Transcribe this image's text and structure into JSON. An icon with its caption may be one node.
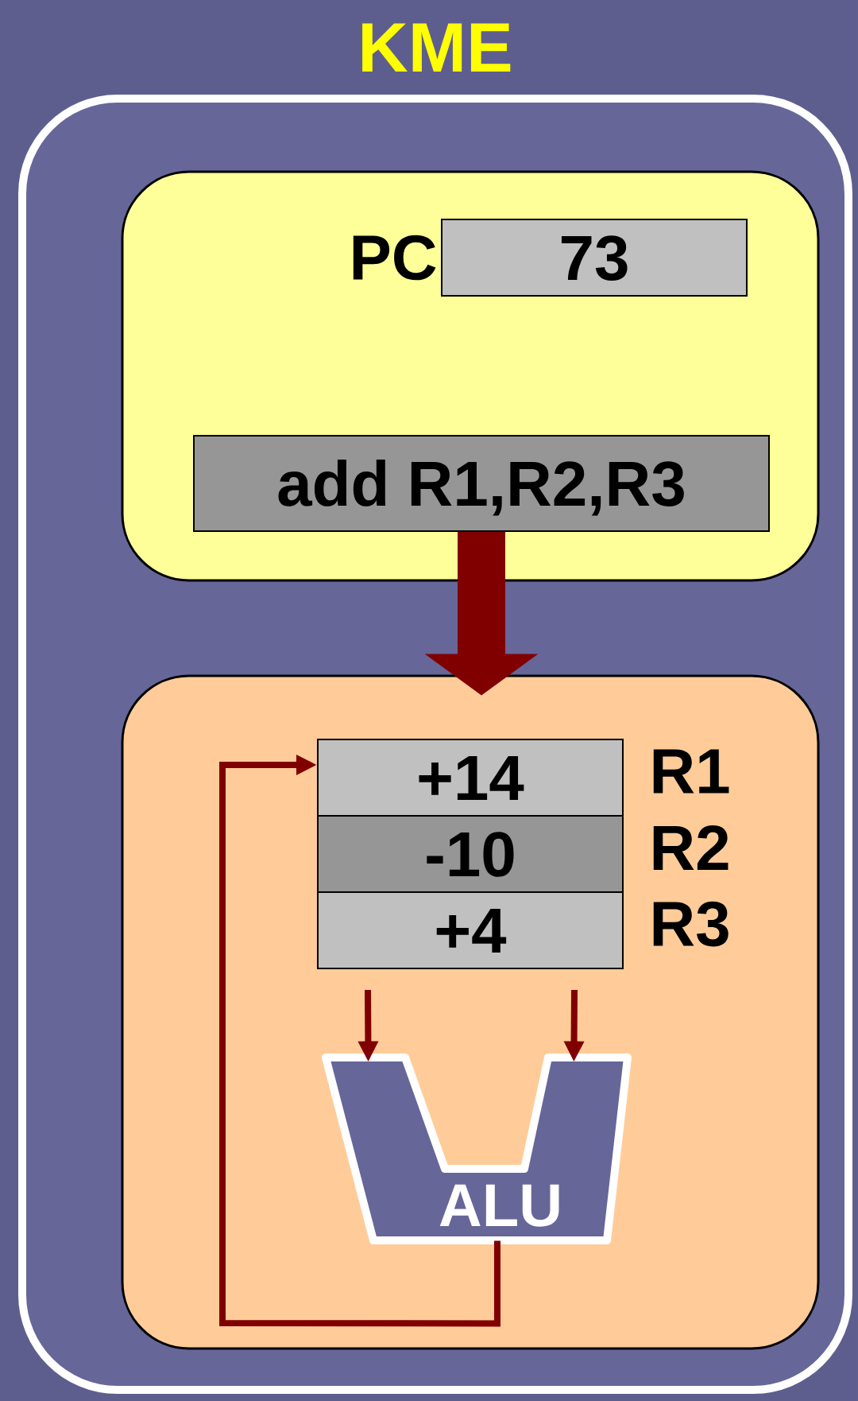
{
  "diagram": {
    "nodes": [
      {
        "text": [
          "KME"
        ]
      },
      {
        "text": [],
        "shape": "box",
        "in": 0
      },
      {
        "text": [
          "73"
        ],
        "beside": [
          "PC"
        ],
        "in": 1
      },
      {
        "text": [
          "add R1,R2,R3"
        ],
        "in": 1
      },
      {
        "text": [],
        "shape": "box",
        "in": 0
      },
      {
        "text": [
          "+14"
        ],
        "beside": [
          "R1"
        ],
        "in": 4
      },
      {
        "text": [
          "-10"
        ],
        "beside": [
          "R2"
        ],
        "in": 4
      },
      {
        "text": [
          "+4"
        ],
        "beside": [
          "R3"
        ],
        "in": 4
      },
      {
        "text": [
          "ALU"
        ],
        "in": 4
      }
    ],
    "edges": [
      {
        "from": 3,
        "to": 4,
        "arrow": "to",
        "style": "thick"
      },
      {
        "from": 7,
        "to": 8,
        "arrow": "to"
      },
      {
        "from": 7,
        "to": 8,
        "arrow": "to"
      },
      {
        "from": 8,
        "to": 5,
        "arrow": "to"
      }
    ]
  }
}
